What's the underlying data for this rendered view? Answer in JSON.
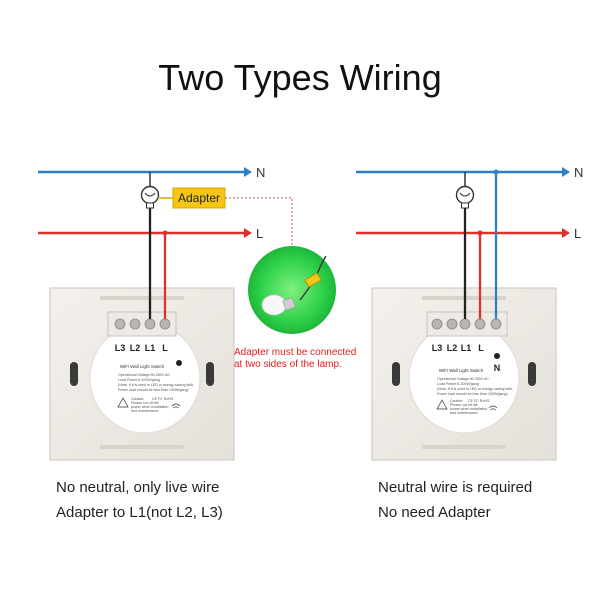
{
  "title": "Two Types Wiring",
  "wires": {
    "neutral_label": "N",
    "live_label": "L",
    "neutral_color": "#2f7fc4",
    "live_color": "#d9332b",
    "black_wire_color": "#222222"
  },
  "adapter": {
    "label": "Adapter",
    "color": "#f5c518"
  },
  "lamp_note": {
    "line1": "Adapter must be connected",
    "line2": "at two sides of the lamp."
  },
  "left_switch": {
    "terminals": [
      "L3",
      "L2",
      "L1",
      "L"
    ],
    "module_title": "WiFi Wall Light Switch",
    "specs": [
      "Operational Voltage:90-250V AC",
      "Load Power:5-100W/gang",
      "(Note: If it is used in LED or energy saving bulb,",
      "Power load should be less than 100W/gang)"
    ],
    "caution": [
      "Caution:",
      "Please cut off the",
      "power when installation",
      "and maintenance"
    ],
    "marks": "CE FC RoHS",
    "caption_line1": "No neutral, only live wire",
    "caption_line2": "Adapter to L1(not L2, L3)"
  },
  "right_switch": {
    "terminals": [
      "L3",
      "L2",
      "L1",
      "L"
    ],
    "neutral_terminal": "N",
    "module_title": "WiFi Wall Light Switch",
    "specs": [
      "Operational Voltage:90-250V AC",
      "Load Power:5-100W/gang",
      "(Note: If it is used in LED or energy saving bulb,",
      "Power load should be less than 100W/gang)"
    ],
    "caution": [
      "Caution:",
      "Please cut off the",
      "power when installation",
      "and maintenance"
    ],
    "marks": "CE FC RoHS",
    "caption_line1": "Neutral wire is required",
    "caption_line2": "No need Adapter"
  }
}
